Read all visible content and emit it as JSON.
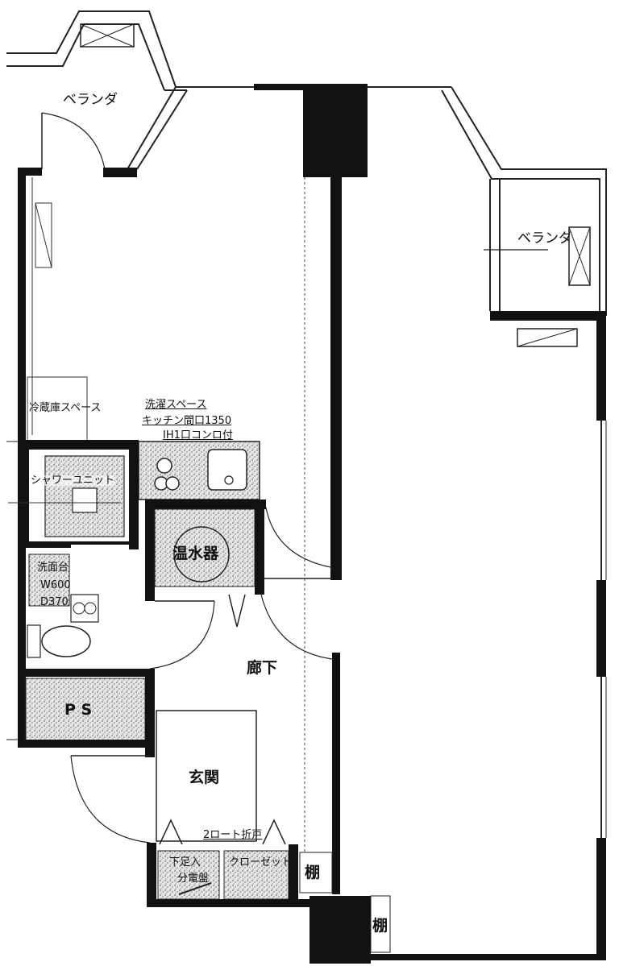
{
  "rooms": {
    "veranda_top": "ベランダ",
    "veranda_right": "ベランダ",
    "fridge_space": "冷蔵庫スペース",
    "washer_space": "洗濯スペース",
    "kitchen_width": "キッチン間口1350",
    "ih_stove": "IH1口コンロ付",
    "shower_unit": "シャワーユニット",
    "water_heater": "温水器",
    "wash_basin": "洗面台",
    "basin_w": "W600",
    "basin_d": "D370",
    "corridor": "廊下",
    "ps": "P S",
    "entrance": "玄関",
    "folding_door": "2ロート折戸",
    "shoe_box": "下足入",
    "breaker": "分電盤",
    "closet": "クローゼット",
    "shelf_1": "棚",
    "shelf_2": "棚"
  },
  "colors": {
    "wall": "#111111",
    "line": "#222222",
    "hatch": "#cfcfcf"
  }
}
